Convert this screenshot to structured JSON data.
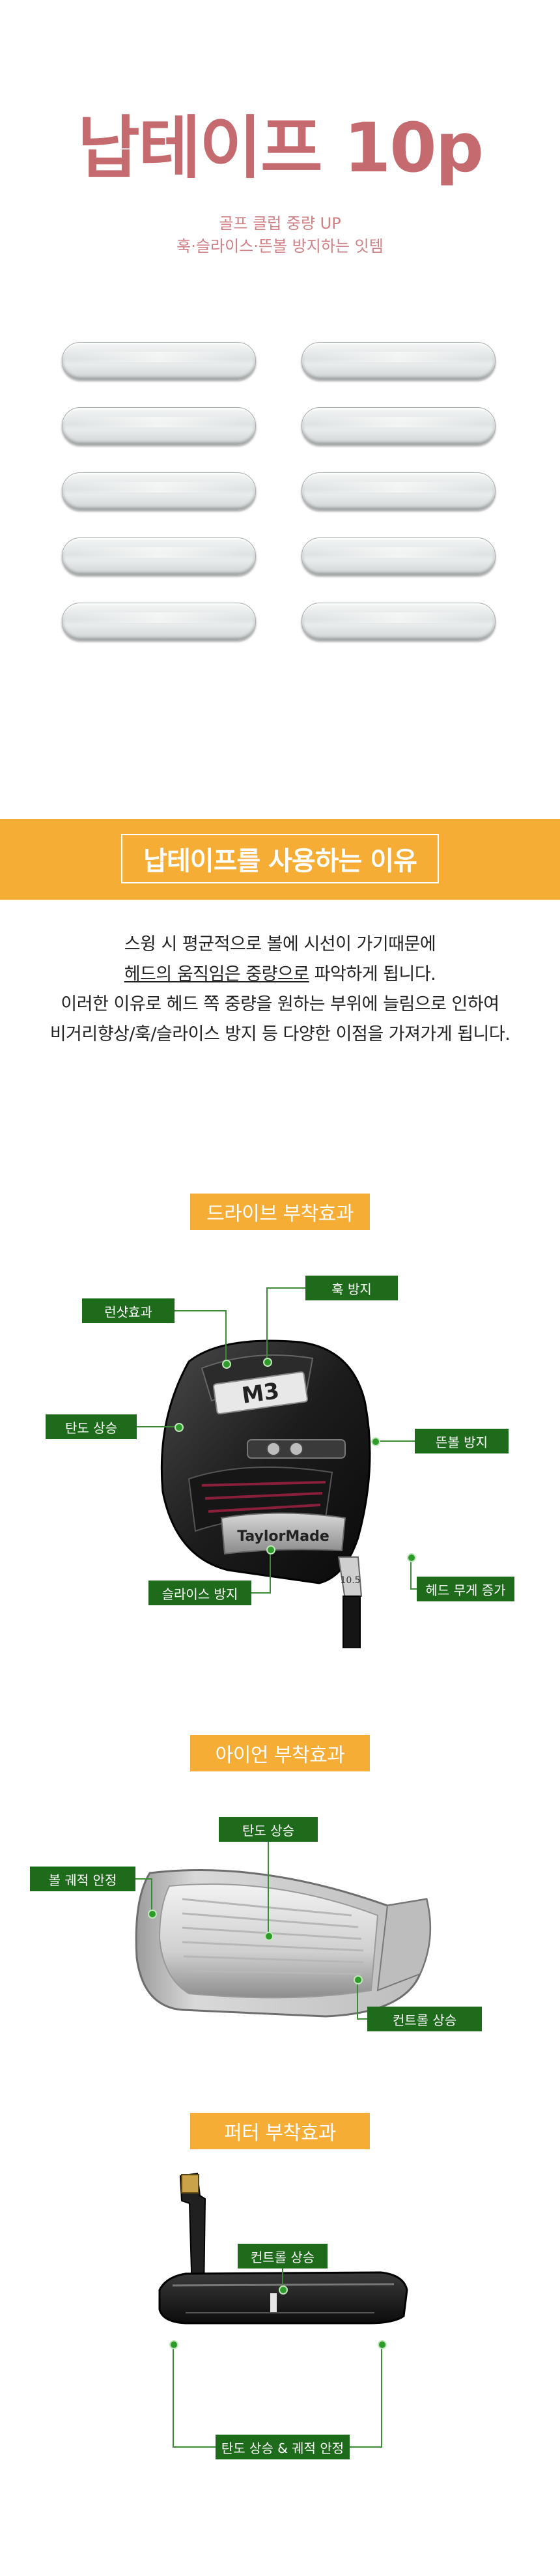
{
  "hero": {
    "title": "납테이프 10p",
    "subtitle_line1": "골프 클럽 중량 UP",
    "subtitle_line2": "훅·슬라이스·뜬볼 방지하는 잇템"
  },
  "banner": {
    "title": "납테이프를 사용하는 이유"
  },
  "description": {
    "line1": "스윙 시 평균적으로 볼에 시선이 가기때문에",
    "line2_underlined": "헤드의 움직임은 중량으로",
    "line2_rest": " 파악하게 됩니다.",
    "line3": "이러한 이유로 헤드 쪽 중량을 원하는 부위에 늘림으로 인하여",
    "line4": "비거리향상/훅/슬라이스 방지 등 다양한 이점을 가져가게 됩니다."
  },
  "driver": {
    "section_label": "드라이브 부착효과",
    "tags": {
      "hook": "훅 방지",
      "runshot": "런샷효과",
      "trajectory_up": "탄도 상승",
      "float_ball": "뜬볼 방지",
      "head_weight": "헤드 무게 증가",
      "slice": "슬라이스 방지"
    },
    "crown_text": "M3",
    "brand_text": "TaylorMade",
    "loft_text": "10.5"
  },
  "iron": {
    "section_label": "아이언 부착효과",
    "tags": {
      "trajectory_up": "탄도 상승",
      "ball_path": "볼 궤적 안정",
      "control": "컨트롤 상승"
    }
  },
  "putter": {
    "section_label": "퍼터 부착효과",
    "tags": {
      "control": "컨트롤 상승",
      "trajectory_path": "탄도 상승 & 궤적 안정"
    }
  },
  "colors": {
    "accent_orange": "#f6ad35",
    "title_rose": "#c56b6f",
    "tag_green": "#1f6b1c"
  }
}
